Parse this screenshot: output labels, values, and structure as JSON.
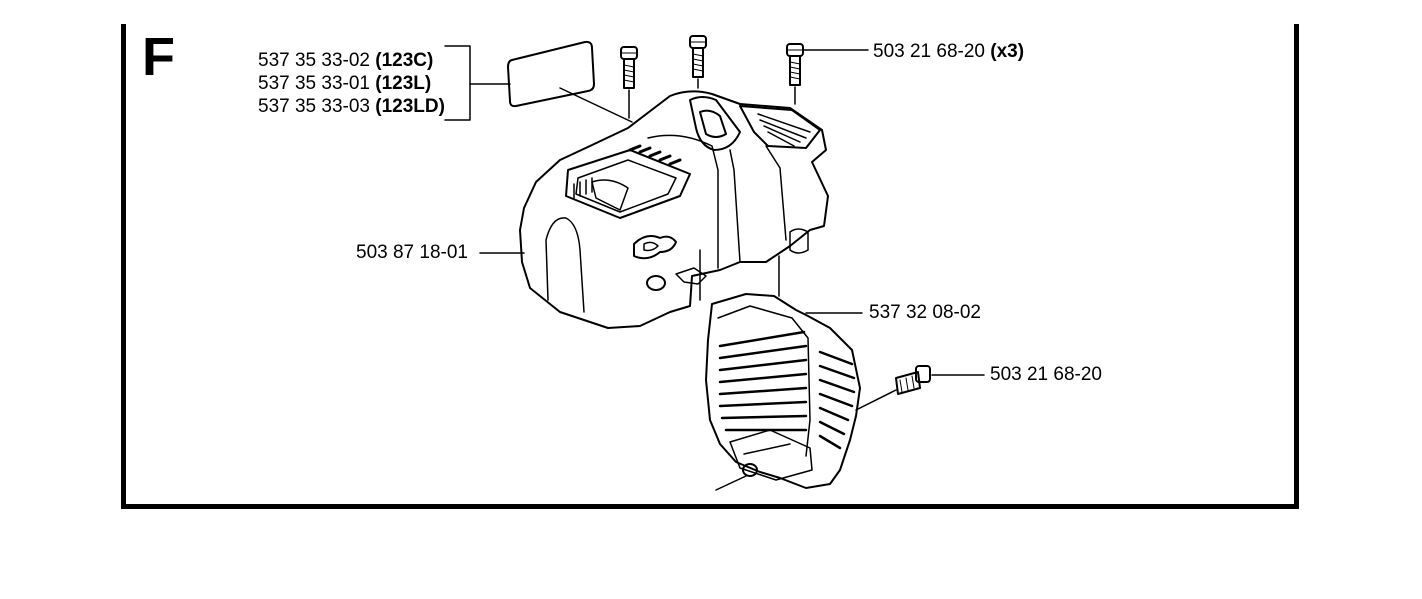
{
  "section": "F",
  "labels": {
    "decal_a": {
      "part": "537 35 33-02",
      "model": "(123C)"
    },
    "decal_b": {
      "part": "537 35 33-01",
      "model": "(123L)"
    },
    "decal_c": {
      "part": "537 35 33-03",
      "model": "(123LD)"
    },
    "screws_top": {
      "part": "503 21 68-20",
      "qty": "(x3)"
    },
    "cylinder_cover": {
      "part": "503 87 18-01"
    },
    "side_cover": {
      "part": "537 32 08-02"
    },
    "screw_side": {
      "part": "503 21 68-20"
    }
  }
}
